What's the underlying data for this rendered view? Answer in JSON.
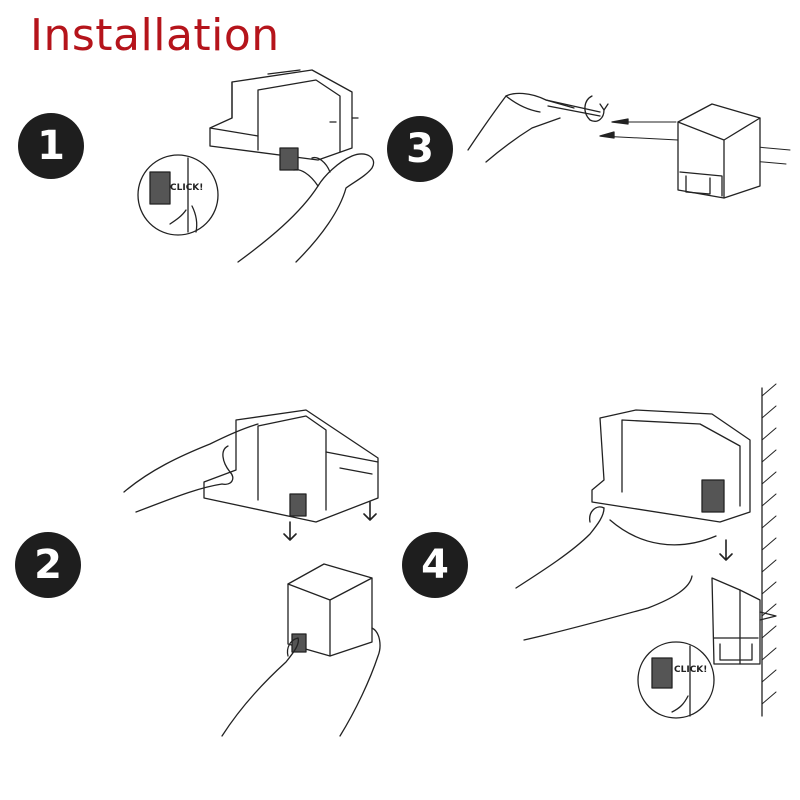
{
  "title": "Installation",
  "steps": [
    {
      "number": "1"
    },
    {
      "number": "2"
    },
    {
      "number": "3"
    },
    {
      "number": "4"
    }
  ],
  "callouts": {
    "click_step1": "CLICK!",
    "click_step4": "CLICK!"
  }
}
